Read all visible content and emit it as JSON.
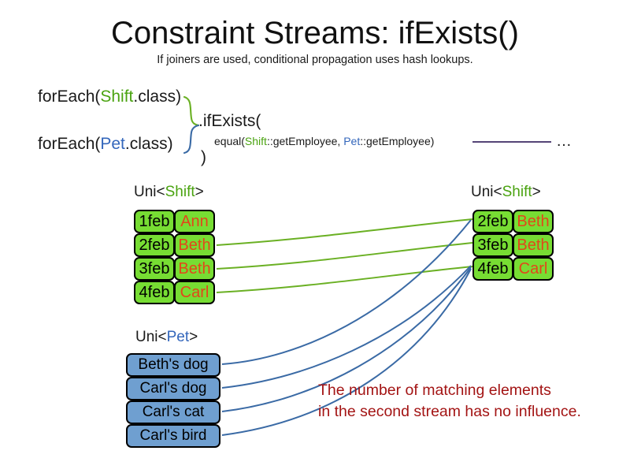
{
  "header": {
    "title": "Constraint Streams: ifExists()",
    "subtitle": "If joiners are used, conditional propagation uses hash lookups."
  },
  "code": {
    "foreach_shift_prefix": "forEach(",
    "foreach_shift_type": "Shift",
    "foreach_shift_suffix": ".class)",
    "foreach_pet_prefix": "forEach(",
    "foreach_pet_type": "Pet",
    "foreach_pet_suffix": ".class)",
    "method_call": ".ifExists(",
    "closing_paren": ")",
    "joiner_prefix": "equal(",
    "joiner_left_type": "Shift",
    "joiner_left_ref": "::getEmployee, ",
    "joiner_right_type": "Pet",
    "joiner_right_ref": "::getEmployee)",
    "ellipsis": "…"
  },
  "streams": {
    "left_shift": {
      "label_prefix": "Uni<",
      "label_type": "Shift",
      "label_suffix": ">",
      "rows": [
        {
          "date": "1feb",
          "employee": "Ann"
        },
        {
          "date": "2feb",
          "employee": "Beth"
        },
        {
          "date": "3feb",
          "employee": "Beth"
        },
        {
          "date": "4feb",
          "employee": "Carl"
        }
      ]
    },
    "right_shift": {
      "label_prefix": "Uni<",
      "label_type": "Shift",
      "label_suffix": ">",
      "rows": [
        {
          "date": "2feb",
          "employee": "Beth"
        },
        {
          "date": "3feb",
          "employee": "Beth"
        },
        {
          "date": "4feb",
          "employee": "Carl"
        }
      ]
    },
    "pet": {
      "label_prefix": "Uni<",
      "label_type": "Pet",
      "label_suffix": ">",
      "rows": [
        {
          "name": "Beth's dog"
        },
        {
          "name": "Carl's dog"
        },
        {
          "name": "Carl's cat"
        },
        {
          "name": "Carl's bird"
        }
      ]
    }
  },
  "annotation": {
    "line1": "The number of matching elements",
    "line2": "in the second stream has no influence."
  },
  "colors": {
    "shift_green": "#4aa310",
    "pet_blue": "#3366bb",
    "box_green_fill": "#77dd33",
    "box_blue_fill": "#6f9fd0",
    "employee_text": "#e2471a",
    "annotation_red": "#a31414",
    "connector_green": "#6ab023",
    "connector_blue": "#3a6aa5",
    "joiner_rule": "#554477"
  }
}
